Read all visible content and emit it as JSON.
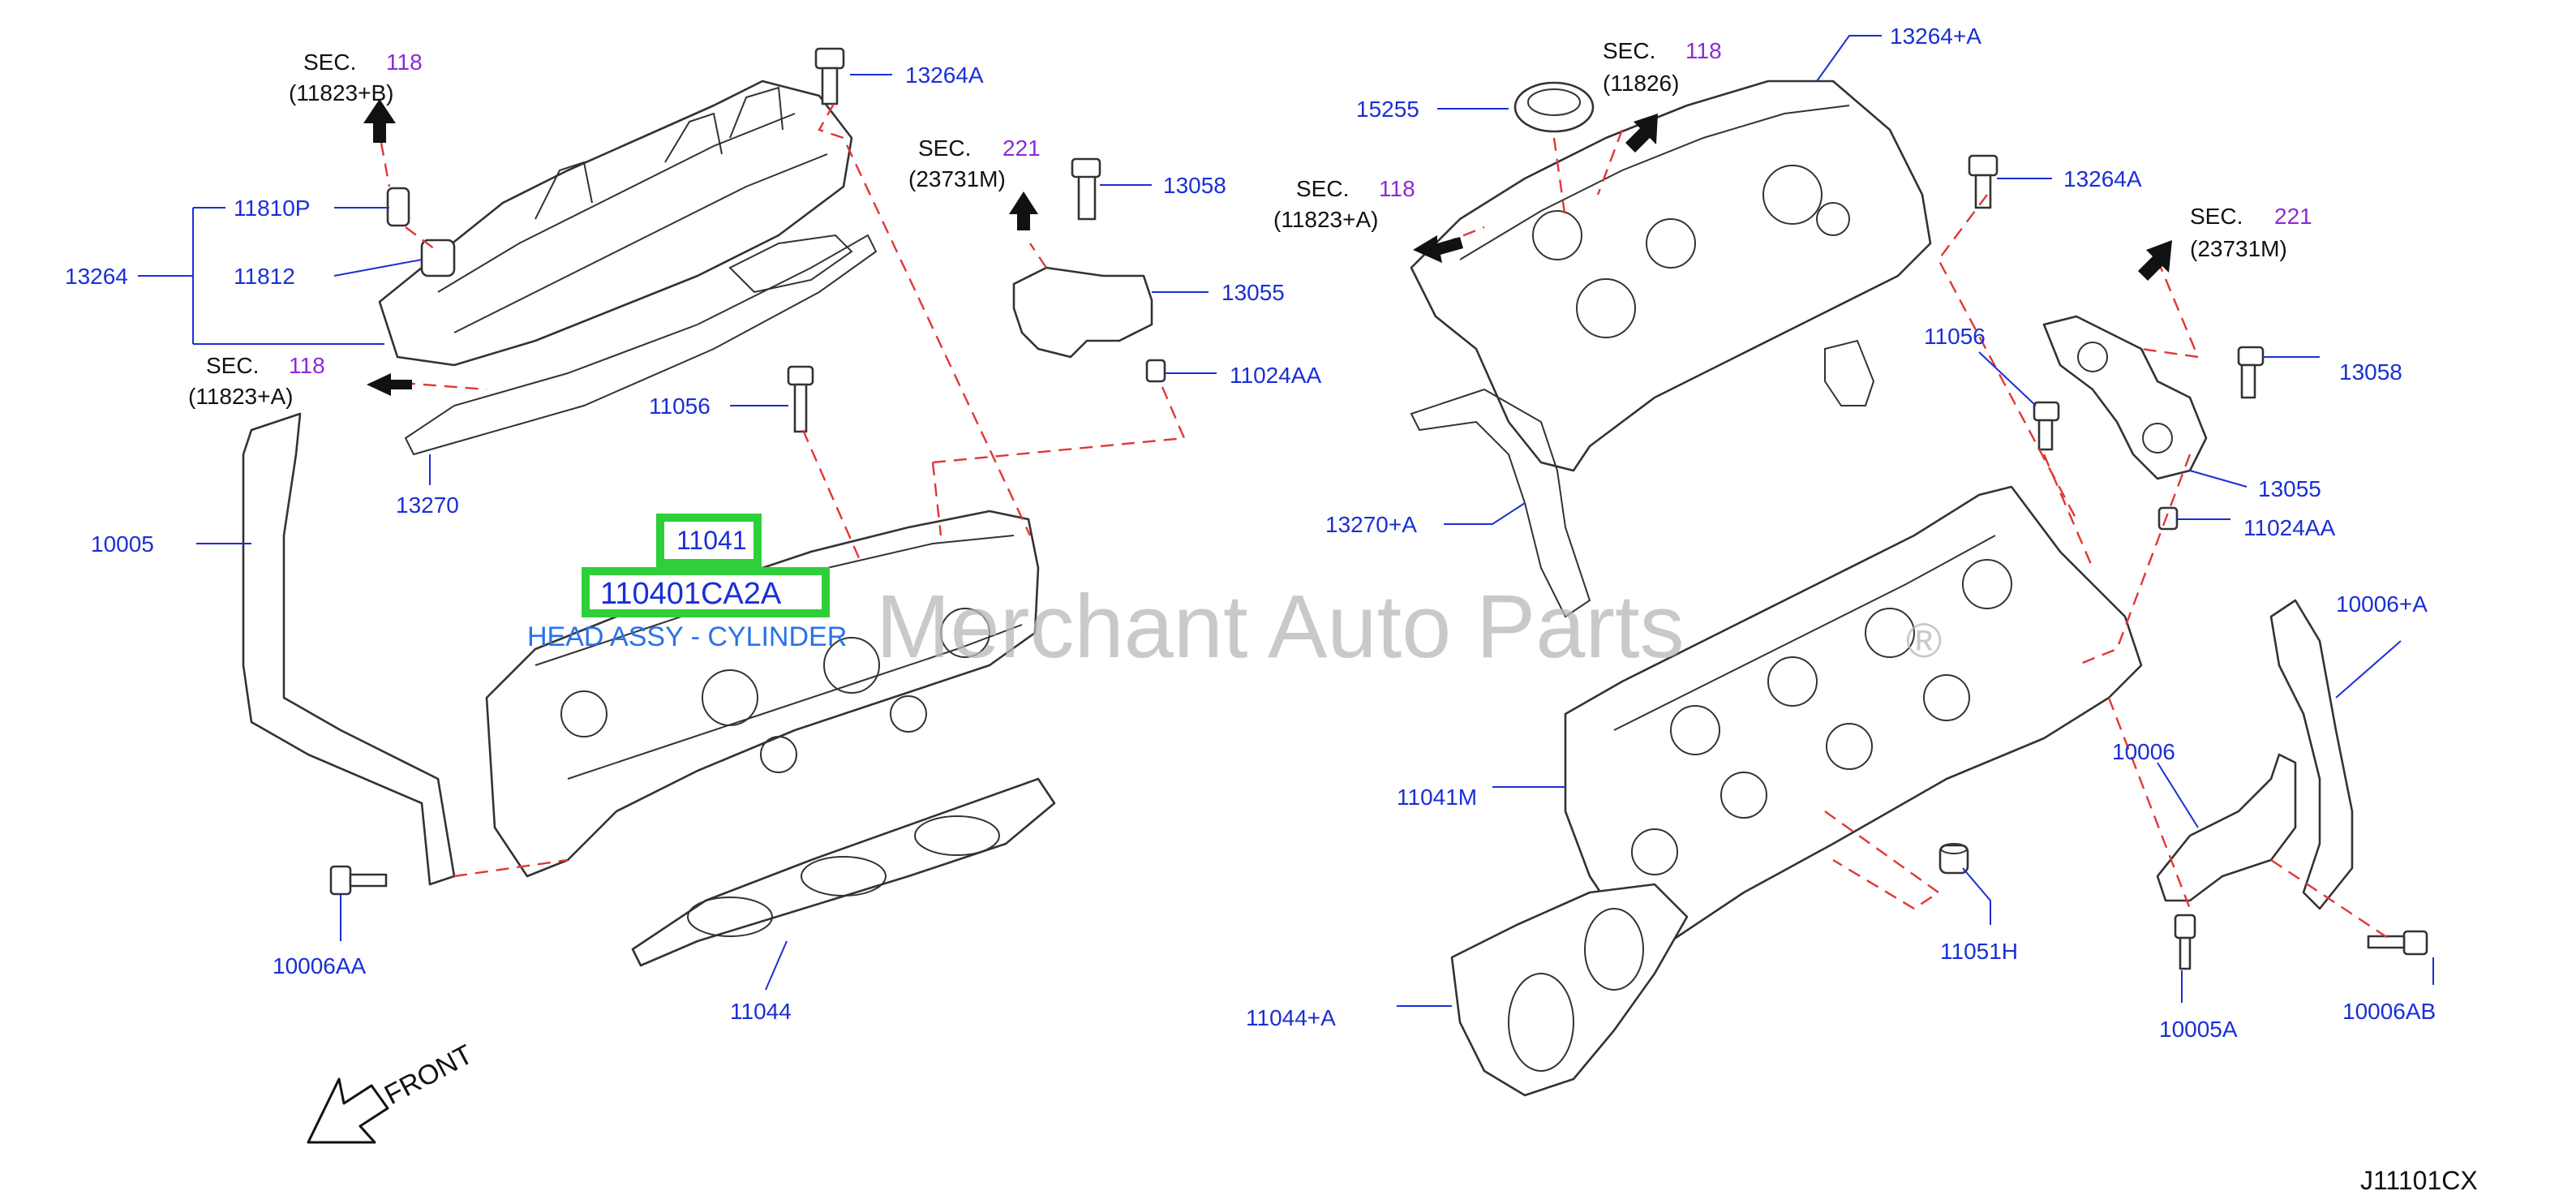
{
  "labels": {
    "l_13264A_top": "13264A",
    "l_11810P": "11810P",
    "l_13264": "13264",
    "l_11812": "11812",
    "l_13270": "13270",
    "l_10005": "10005",
    "l_11056_left": "11056",
    "l_13058_left": "13058",
    "l_13055_left": "13055",
    "l_11024AA_left": "11024AA",
    "l_10006AA": "10006AA",
    "l_11044": "11044",
    "l_15255": "15255",
    "l_13264plusA": "13264+A",
    "l_13264A_right": "13264A",
    "l_11056_right": "11056",
    "l_13270plusA": "13270+A",
    "l_13058_right": "13058",
    "l_13055_right": "13055",
    "l_11024AA_right": "11024AA",
    "l_10006plusA": "10006+A",
    "l_10006": "10006",
    "l_11041M": "11041M",
    "l_11051H": "11051H",
    "l_10005A": "10005A",
    "l_10006AB": "10006AB",
    "l_11044plusA": "11044+A"
  },
  "sections": {
    "s1": {
      "word": "SEC.",
      "num": "118",
      "ref": "(11823+B)"
    },
    "s2": {
      "word": "SEC.",
      "num": "118",
      "ref": "(11823+A)"
    },
    "s3": {
      "word": "SEC.",
      "num": "221",
      "ref": "(23731M)"
    },
    "s4": {
      "word": "SEC.",
      "num": "118",
      "ref": "(11823+A)"
    },
    "s5": {
      "word": "SEC.",
      "num": "118",
      "ref": "(11826)"
    },
    "s6": {
      "word": "SEC.",
      "num": "221",
      "ref": "(23731M)"
    }
  },
  "highlight": {
    "part_number": "11041",
    "catalog_number": "110401CA2A",
    "description": "HEAD ASSY - CYLINDER"
  },
  "watermark": "Merchant Auto Parts",
  "watermark_symbol": "®",
  "front_label": "FRONT",
  "diagram_code": "J11101CX",
  "colors": {
    "part_number": "#1a2fd6",
    "section_number": "#8a2bd8",
    "highlight_border": "#2fcf3a",
    "dashed_line": "#e23636"
  }
}
